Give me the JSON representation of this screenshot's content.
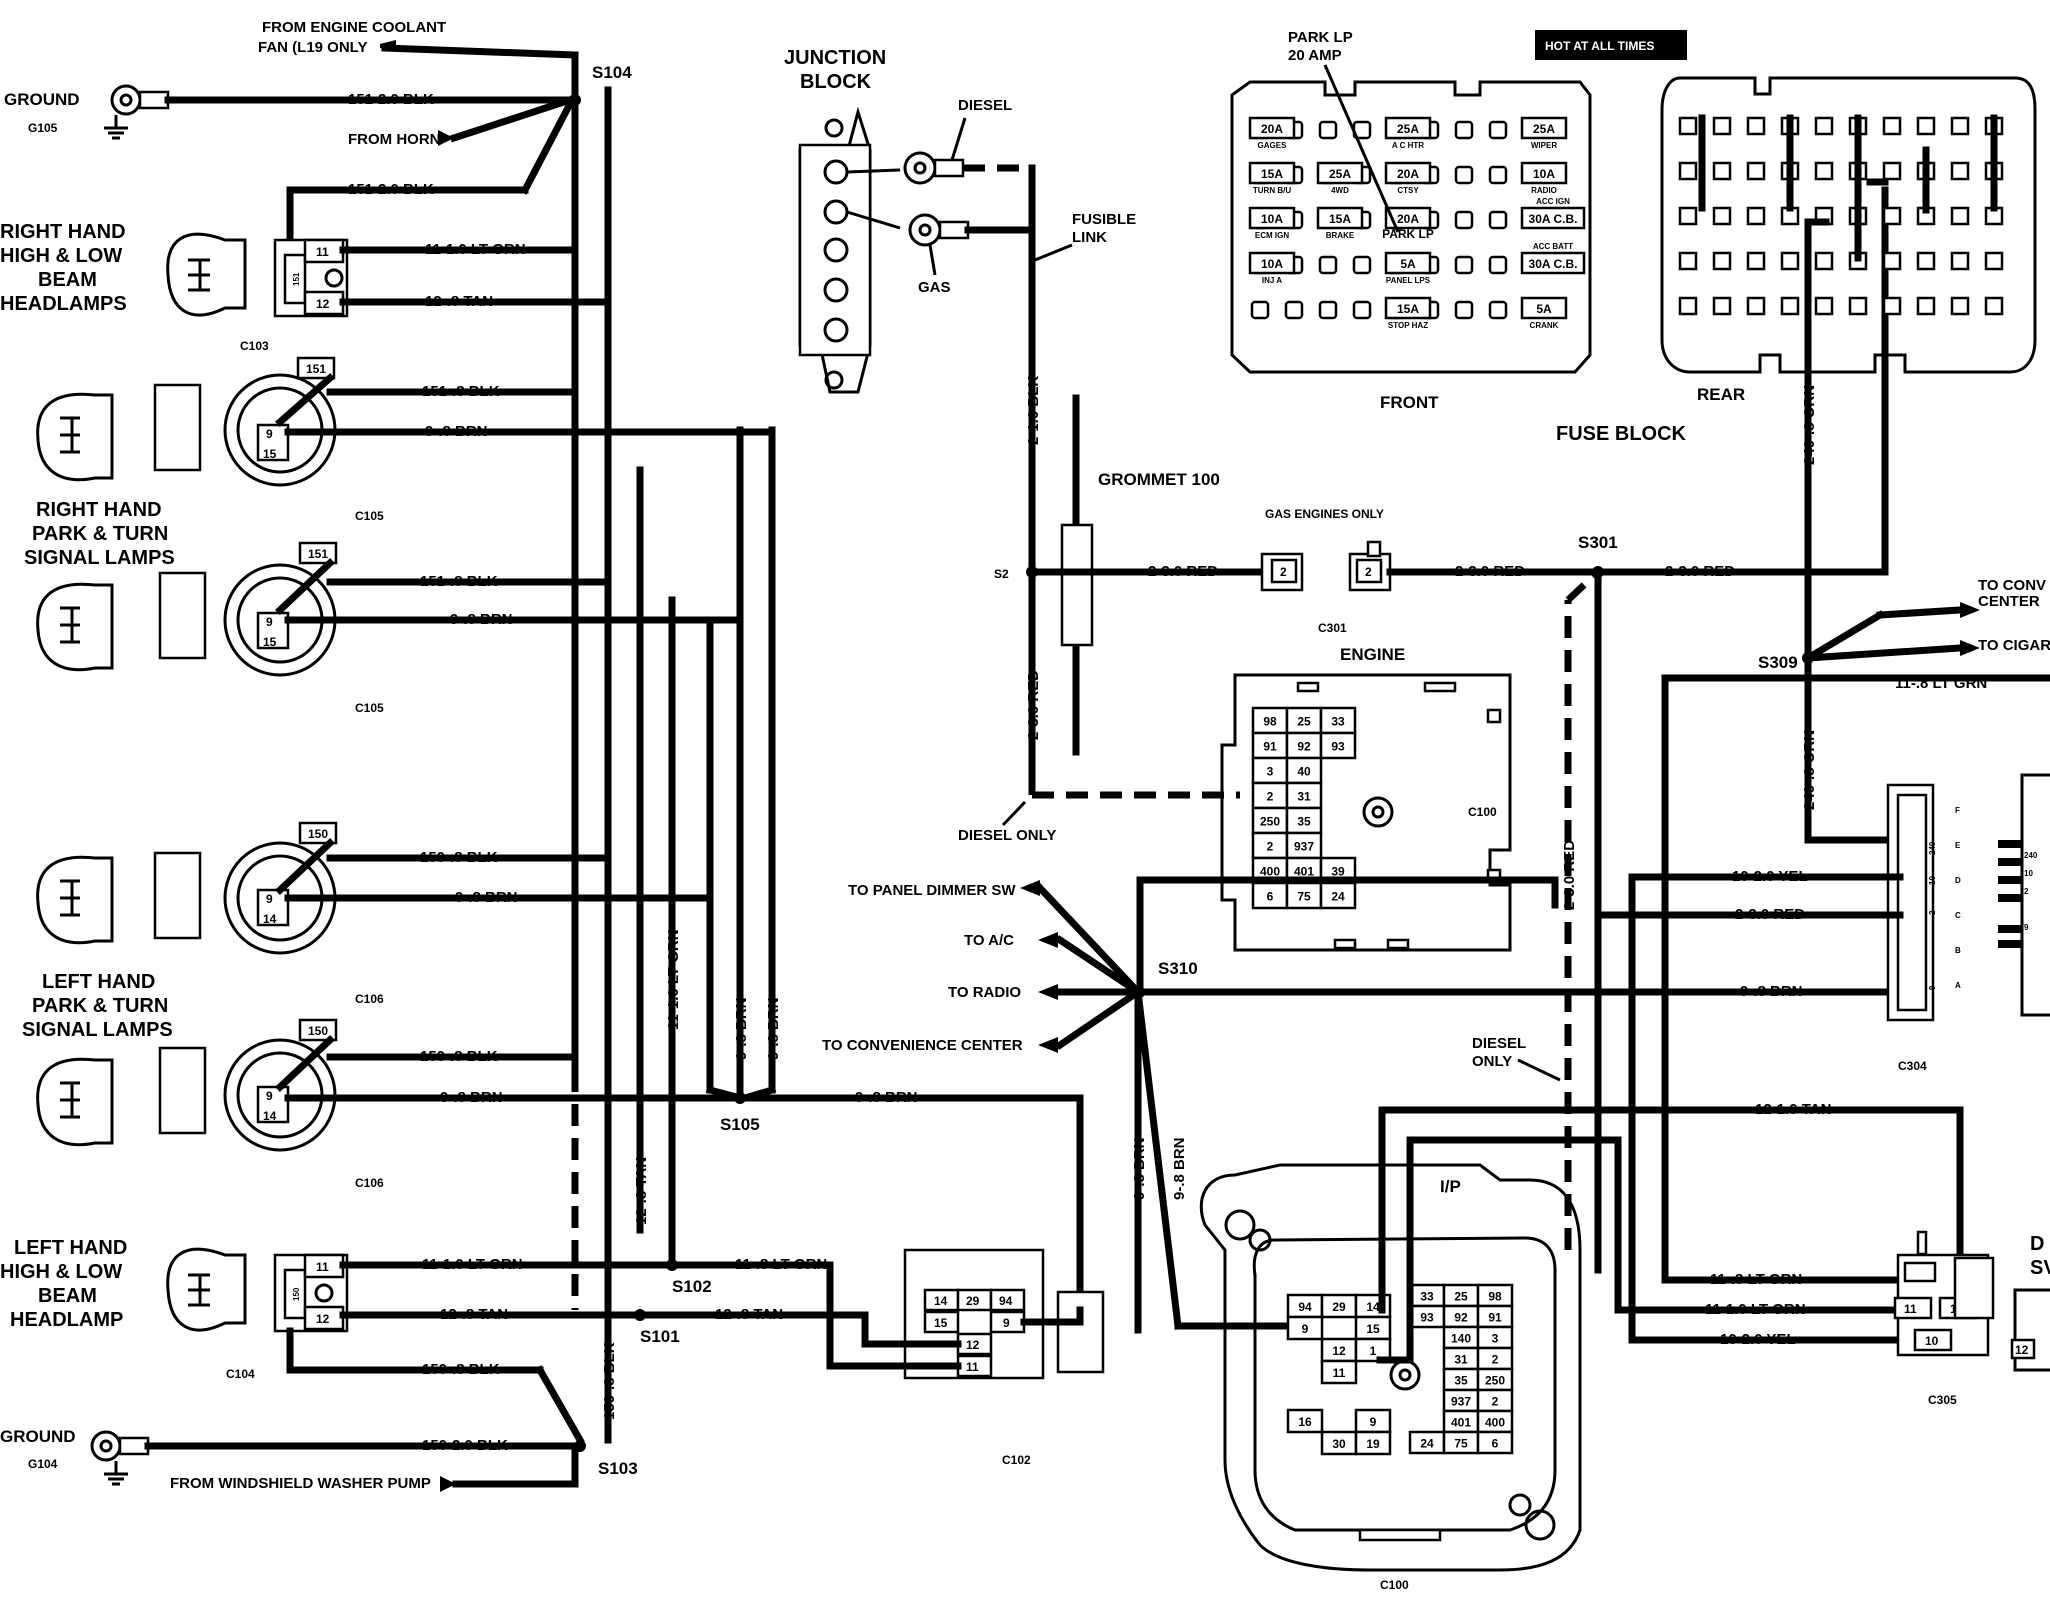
{
  "components": {
    "ground_g105": {
      "label": "GROUND",
      "code": "G105"
    },
    "ground_g104": {
      "label": "GROUND",
      "code": "G104"
    },
    "rh_headlamps": [
      "RIGHT HAND",
      "HIGH & LOW",
      "BEAM",
      "HEADLAMPS"
    ],
    "rh_park_turn": [
      "RIGHT HAND",
      "PARK & TURN",
      "SIGNAL LAMPS"
    ],
    "lh_park_turn": [
      "LEFT HAND",
      "PARK & TURN",
      "SIGNAL LAMPS"
    ],
    "lh_headlamp": [
      "LEFT HAND",
      "HIGH & LOW",
      "BEAM",
      "HEADLAMP"
    ],
    "junction_block": [
      "JUNCTION",
      "BLOCK"
    ],
    "grommet": "GROMMET 100",
    "fuse_block": "FUSE BLOCK",
    "fuse_front": "FRONT",
    "fuse_rear": "REAR",
    "engine": "ENGINE",
    "ip": "I/P",
    "hot_at_all_times": "HOT AT ALL TIMES",
    "park_lp_callout": [
      "PARK LP",
      "20 AMP"
    ]
  },
  "connectors": {
    "c103": "C103",
    "c105": "C105",
    "c106": "C106",
    "c104": "C104",
    "c102": "C102",
    "c100": "C100",
    "c301": "C301",
    "c304": "C304",
    "c305": "C305"
  },
  "splices": {
    "s104": "S104",
    "s105": "S105",
    "s102": "S102",
    "s101": "S101",
    "s103": "S103",
    "s310": "S310",
    "s2": "S2",
    "s301": "S301",
    "s309": "S309"
  },
  "notes": {
    "from_engine_coolant": [
      "FROM ENGINE COOLANT",
      "FAN (L19 ONLY"
    ],
    "from_horn": "FROM HORN",
    "from_washer": "FROM WINDSHIELD WASHER PUMP",
    "diesel": "DIESEL",
    "gas": "GAS",
    "fusible_link": [
      "FUSIBLE",
      "LINK"
    ],
    "gas_engines_only": "GAS ENGINES ONLY",
    "diesel_only": "DIESEL ONLY",
    "diesel_only_2": [
      "DIESEL",
      "ONLY"
    ],
    "to_panel_dimmer": "TO PANEL DIMMER SW",
    "to_ac": "TO A/C",
    "to_radio": "TO RADIO",
    "to_conv_center": "TO CONVENIENCE CENTER",
    "to_conv_right": [
      "TO CONV",
      "CENTER"
    ],
    "to_cigar": "TO CIGAR",
    "dimmer_cut": [
      "D",
      "SV"
    ]
  },
  "wires": {
    "w151_20_a": "151-2.0 BLK",
    "w151_20_b": "151-2.0 BLK",
    "w11_10_ltgrn_a": "11-1.0 LT GRN",
    "w12_8_tan_a": "12-.8 TAN",
    "w151_8_a": "151-.8 BLK",
    "w9_8_brn_a": "9-.8 BRN",
    "w151_8_b": "151-.8 BLK",
    "w9_8_brn_b": "9-.8 BRN",
    "w150_8_a": "150-.8 BLK",
    "w9_8_brn_c": "9-.8 BRN",
    "w150_8_b": "150-.8 BLK",
    "w9_8_brn_d": "9-.8 BRN",
    "w9_8_brn_e": "9-.8 BRN",
    "w11_10_ltgrn_b": "11-1.0 LT GRN",
    "w11_8_ltgrn_a": "11-.8 LT GRN",
    "w12_8_tan_b": "12-.8 TAN",
    "w12_8_tan_c": "12-.8 TAN",
    "w150_8_c": "150-.8 BLK",
    "w150_20": "150-2.0 BLK",
    "v_11_10_ltgrn": "11-1.0 LT GRN",
    "v_9_8_brn_1": "9-.8 BRN",
    "v_9_8_brn_2": "9-.8 BRN",
    "v_12_8_tan": "12-.8 TAN",
    "v_150_8_blk": "150-.8 BLK",
    "v_2_10_blk": "2-1.0 BLK",
    "v_2_30_red": "2-3.0 RED",
    "h_2_30_red_a": "2-3.0 RED",
    "h_2_30_red_b": "2-3.0 RED",
    "h_2_30_red_c": "2-3.0 RED",
    "v_240_8_orn_a": "240-.8 ORN",
    "v_240_8_orn_b": "240-.8 ORN",
    "h_11_8_ltgrn": "11-.8 LT GRN",
    "h_10_20_yel": "10-2.0 YEL",
    "h_2_30_red_d": "2-3.0 RED",
    "h_9_8_brn": "9-.8 BRN",
    "v_2_30_red_b": "2-3.0 RED",
    "v_9_8_brn_3": "9-.8 BRN",
    "v_9_8_brn_4": "9-.8 BRN",
    "h_12_10_tan": "12-1.0 TAN",
    "h_11_8_ltgrn_b": "11-.8 LT GRN",
    "h_11_10_ltgrn": "11-1.0 LT GRN",
    "h_10_20_yel_b": "10-2.0 YEL"
  },
  "pins": {
    "p11": "11",
    "p12": "12",
    "p151": "151",
    "p150": "150",
    "p9": "9",
    "p15": "15",
    "p14": "14",
    "p2": "2",
    "p10": "10"
  },
  "engine_cells": [
    "98",
    "25",
    "33",
    "91",
    "92",
    "93",
    "3",
    "40",
    "2",
    "31",
    "250",
    "35",
    "2",
    "937",
    "400",
    "401",
    "39",
    "6",
    "75",
    "24"
  ],
  "c102_cells": [
    "14",
    "29",
    "94",
    "15",
    "9",
    "12",
    "11"
  ],
  "ip_left_cells": [
    "94",
    "29",
    "14",
    "9",
    "15",
    "12",
    "1",
    "11"
  ],
  "ip_right_cells": [
    "33",
    "25",
    "98",
    "93",
    "92",
    "91",
    "140",
    "3",
    "31",
    "2",
    "35",
    "250",
    "937",
    "2",
    "401",
    "400",
    "24",
    "75",
    "6"
  ],
  "ip_lower_cells": [
    "16",
    "9",
    "30",
    "19"
  ],
  "c304_pins": [
    "F",
    "E",
    "D",
    "C",
    "B",
    "A"
  ],
  "c304_wires": [
    "240",
    "10",
    "2",
    "9"
  ],
  "c304_side": [
    "240",
    "10",
    "2",
    "9"
  ],
  "fuse_front_rows": [
    [
      {
        "amp": "20A",
        "name": "GAGES"
      },
      {
        "amp": "25A",
        "name": "A C HTR"
      },
      {
        "amp": "25A",
        "name": "WIPER"
      }
    ],
    [
      {
        "amp": "15A",
        "name": "TURN B/U"
      },
      {
        "amp": "25A",
        "name": "4WD"
      },
      {
        "amp": "20A",
        "name": "CTSY"
      },
      {
        "amp": "10A",
        "name": "RADIO"
      }
    ],
    [
      {
        "amp": "10A",
        "name": "ECM IGN"
      },
      {
        "amp": "15A",
        "name": "BRAKE"
      },
      {
        "amp": "20A",
        "name": "PARK LP"
      },
      {
        "amp": "30A C.B.",
        "name": "ACC IGN"
      }
    ],
    [
      {
        "amp": "10A",
        "name": "INJ A"
      },
      {
        "amp": "5A",
        "name": "PANEL LPS"
      },
      {
        "amp": "30A C.B.",
        "name": "ACC BATT"
      }
    ],
    [
      {
        "amp": "15A",
        "name": "STOP HAZ"
      },
      {
        "amp": "5A",
        "name": "CRANK"
      }
    ]
  ]
}
